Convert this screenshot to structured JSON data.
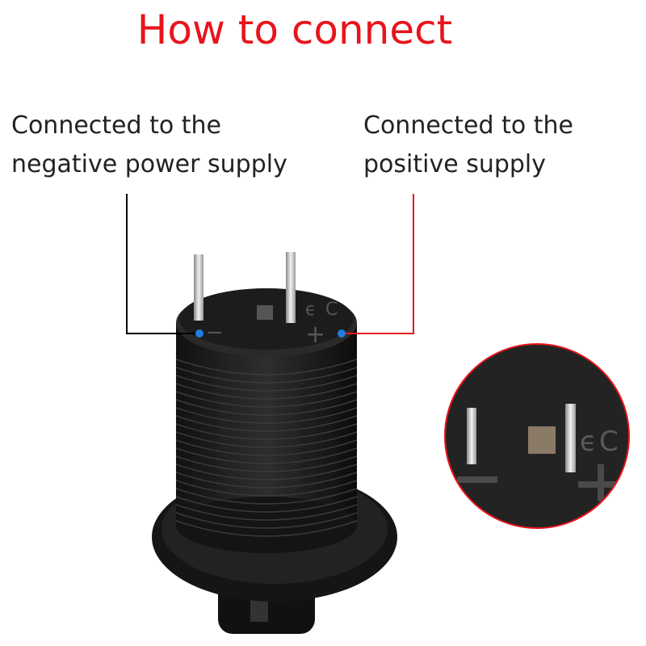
{
  "title": "How to connect",
  "labels": {
    "negative": {
      "line1": "Connected to the",
      "line2": "negative power supply"
    },
    "positive": {
      "line1": "Connected to the",
      "line2": "positive supply"
    }
  },
  "terminal_marks": {
    "negative": "−",
    "positive": "+"
  },
  "colors": {
    "title": "#e8141c",
    "negative_wire": "#000000",
    "positive_wire": "#e8141c",
    "connection_dot": "#1e7fe0",
    "inset_border": "#e8141c"
  }
}
